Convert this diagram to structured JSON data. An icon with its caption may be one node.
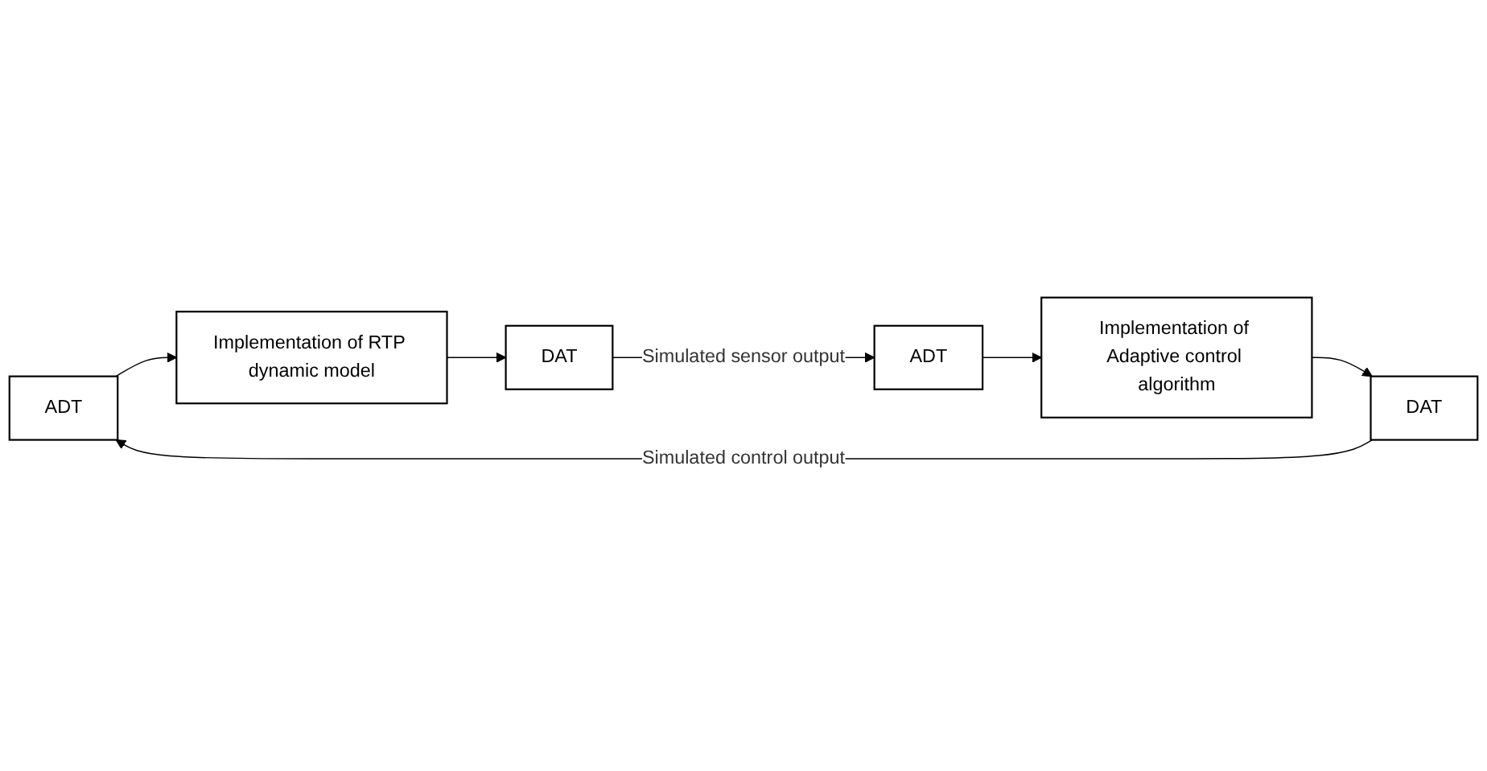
{
  "diagram": {
    "nodes": [
      {
        "text": [
          "ADT"
        ]
      },
      {
        "text": [
          "Implementation of RTP dynamic model"
        ]
      },
      {
        "text": [
          "DAT"
        ]
      },
      {
        "text": [
          "DAT"
        ]
      },
      {
        "text": [
          "Implementation of Adaptive control algorithm"
        ]
      },
      {
        "text": [
          "ADT"
        ]
      }
    ],
    "edges": [
      {
        "from": 0,
        "to": 1,
        "arrow": "to"
      },
      {
        "from": 1,
        "to": 2,
        "arrow": "to"
      },
      {
        "from": 2,
        "to": 5,
        "arrow": "to",
        "label": "Simulated sensor output"
      },
      {
        "from": 5,
        "to": 4,
        "arrow": "to"
      },
      {
        "from": 4,
        "to": 3,
        "arrow": "to"
      },
      {
        "from": 3,
        "to": 0,
        "arrow": "to",
        "label": "Simulated control output"
      }
    ]
  }
}
